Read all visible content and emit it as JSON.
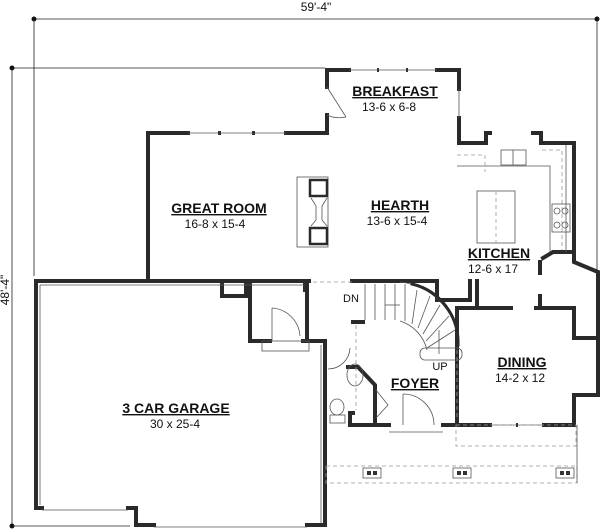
{
  "dimensions": {
    "width": "59'-4\"",
    "depth": "48'-4\""
  },
  "rooms": {
    "breakfast": {
      "name": "BREAKFAST",
      "size": "13-6 x 6-8"
    },
    "great_room": {
      "name": "GREAT ROOM",
      "size": "16-8 x 15-4"
    },
    "hearth": {
      "name": "HEARTH",
      "size": "13-6 x 15-4"
    },
    "kitchen": {
      "name": "KITCHEN",
      "size": "12-6 x 17"
    },
    "dining": {
      "name": "DINING",
      "size": "14-2 x 12"
    },
    "foyer": {
      "name": "FOYER"
    },
    "garage": {
      "name": "3 CAR GARAGE",
      "size": "30 x 25-4"
    }
  },
  "stairs": {
    "down": "DN",
    "up": "UP"
  }
}
